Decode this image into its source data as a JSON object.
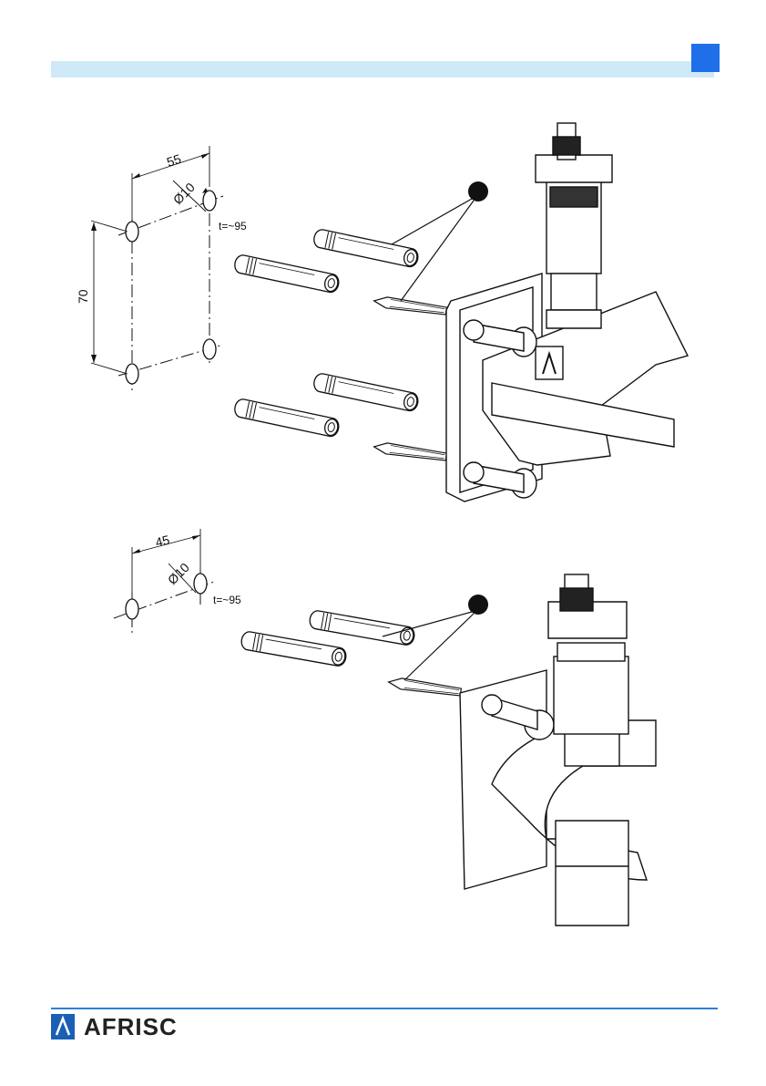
{
  "figure_top": {
    "width_dim": "55",
    "diameter_dim": "Ø10",
    "depth_dim": "t=~95",
    "height_dim": "70"
  },
  "figure_bottom": {
    "width_dim": "45",
    "diameter_dim": "Ø10",
    "depth_dim": "t=~95"
  },
  "footer": {
    "brand": "AFRISC"
  },
  "colors": {
    "header_bar": "#cfe9f8",
    "corner_tab": "#1e6fe8",
    "footer_rule": "#2f7fd6"
  }
}
